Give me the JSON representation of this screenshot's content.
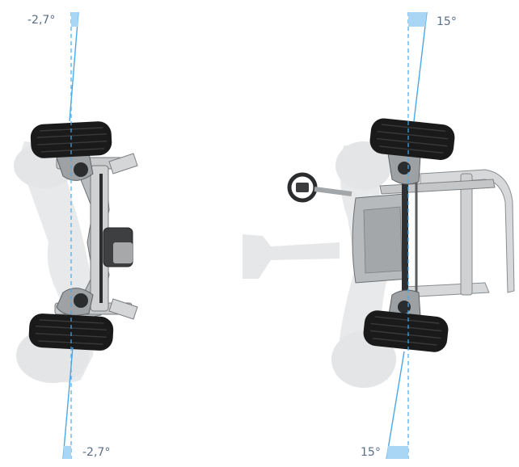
{
  "diagram": {
    "rear_axle": {
      "toe_angle_top": "-2,7°",
      "toe_angle_bottom": "-2,7°"
    },
    "front_axle": {
      "steer_angle_top": "15°",
      "steer_angle_bottom": "15°"
    },
    "colors": {
      "angle_line": "#4aa8e8",
      "angle_fill": "#a9d6f5",
      "label": "#5a6e85",
      "tire": "#1a1a1a",
      "tire_tread": "#3a3a3a",
      "metal_light": "#d9dbdd",
      "metal_dark": "#8e9194",
      "shadow": "#e6e7e8"
    }
  }
}
